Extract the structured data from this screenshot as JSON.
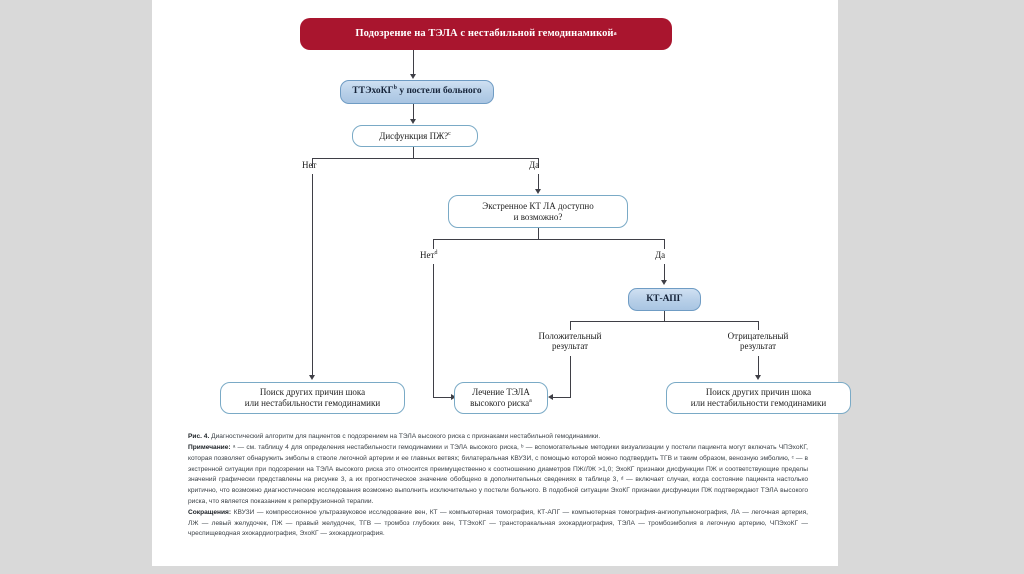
{
  "figure": {
    "nodes": {
      "suspicion": "Подозрение на ТЭЛА с нестабильной гемодинамикой",
      "suspicion_sup": "a",
      "tte": "ТТЭхоКГ",
      "tte_sup": "b",
      "tte_tail": " у постели больного",
      "rv_dysfunction": "Дисфункция ПЖ?",
      "rv_dysfunction_sup": "c",
      "ct_available_l1": "Экстренное КТ ЛА доступно",
      "ct_available_l2": "и возможно?",
      "ctpa": "КТ-АПГ",
      "outcome_left_l1": "Поиск других причин шока",
      "outcome_left_l2": "или нестабильности гемодинамики",
      "outcome_mid_l1": "Лечение ТЭЛА",
      "outcome_mid_l2": "высокого риска",
      "outcome_mid_sup": "a",
      "outcome_right_l1": "Поиск других причин шока",
      "outcome_right_l2": "или нестабильности гемодинамики"
    },
    "branch_labels": {
      "rv_no": "Нет",
      "rv_yes": "Да",
      "ct_no": "Нет",
      "ct_no_sup": "d",
      "ct_yes": "Да",
      "ctpa_positive_l1": "Положительный",
      "ctpa_positive_l2": "результат",
      "ctpa_negative_l1": "Отрицательный",
      "ctpa_negative_l2": "результат"
    },
    "colors": {
      "header_red": "#a9152e",
      "node_blue": "#b7cfe8",
      "node_border_blue": "#6f9cc4",
      "connector": "#3f3f46",
      "page_background": "#ffffff",
      "canvas_background": "#d9d9d9"
    }
  },
  "caption": {
    "figure_label": "Рис. 4.",
    "figure_title": " Диагностический алгоритм для пациентов с подозрением на ТЭЛА высокого риска с признаками нестабильной гемодинамики.",
    "note_label": "Примечание:",
    "note_text": " ᵃ — см. таблицу 4 для определения нестабильности гемодинамики и ТЭЛА высокого риска, ᵇ — вспомогательные методики визуализации у постели пациента могут включать ЧПЭхоКГ, которая позволяет обнаружить эмболы в стволе легочной артерии и ее главных ветвях; билатеральная КВУЗИ, с помощью которой можно подтвердить ТГВ и таким образом, венозную эмболию, ᶜ — в экстренной ситуации при подозрении на ТЭЛА высокого риска это относится преимущественно к соотношению диаметров ПЖ/ЛЖ >1,0; ЭхоКГ признаки дисфункции ПЖ и соответствующие пределы значений графически представлены на рисунке 3, а их прогностическое значение обобщено в дополнительных сведениях в таблице 3, ᵈ — включает случаи, когда состояние пациента настолько критично, что возможно диагностические исследования возможно выполнить исключительно у постели больного. В подобной ситуации ЭхоКГ признаки дисфункции ПЖ подтверждают ТЭЛА высокого риска, что является показанием к реперфузионной терапии.",
    "abbrev_label": "Сокращения:",
    "abbrev_text": " КВУЗИ — компрессионное ультразвуковое исследование вен, КТ — компьютерная томография, КТ-АПГ — компьютерная томография-ангиопульмонография, ЛА — легочная артерия, ЛЖ — левый желудочек, ПЖ — правый желудочек, ТГВ — тромбоз глубоких вен, ТТЭхоКГ — трансторакальная эхокардиография, ТЭЛА — тромбоэмболия в легочную артерию, ЧПЭхоКГ — чреспищеводная эхокардиография, ЭхоКГ — эхокардиография."
  }
}
